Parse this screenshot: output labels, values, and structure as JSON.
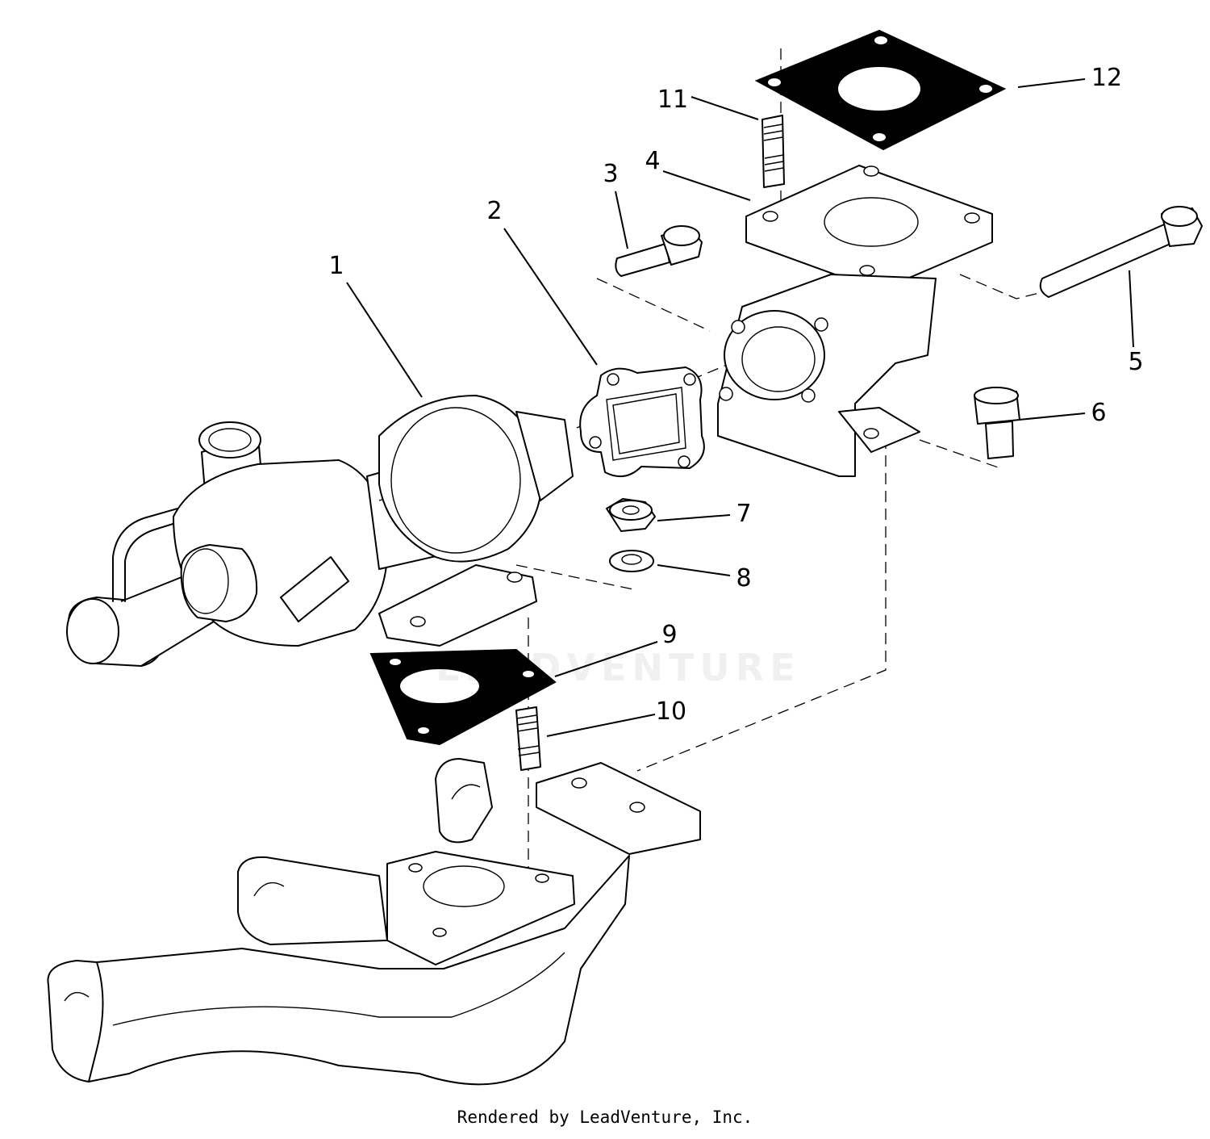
{
  "diagram": {
    "callouts": [
      "1",
      "2",
      "3",
      "4",
      "5",
      "6",
      "7",
      "8",
      "9",
      "10",
      "11",
      "12"
    ],
    "credit": "Rendered by LeadVenture, Inc.",
    "watermark_text": "LEADVENTURE",
    "colors": {
      "ink": "#000000",
      "paper": "#ffffff"
    }
  }
}
